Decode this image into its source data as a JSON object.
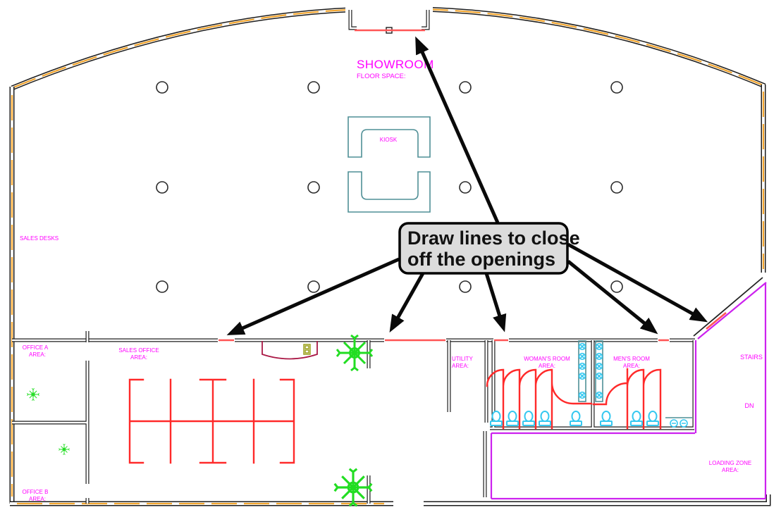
{
  "drawing": {
    "callout": {
      "line1": "Draw lines to close",
      "line2": "off the openings"
    },
    "labels": {
      "showroom_title": "SHOWROOM",
      "showroom_sub": "FLOOR SPACE:",
      "kiosk": "KIOSK",
      "sales_desks": "SALES DESKS",
      "office_a_1": "OFFICE A",
      "office_a_2": "AREA:",
      "sales_office_1": "SALES OFFICE",
      "sales_office_2": "AREA:",
      "office_b_1": "OFFICE B",
      "office_b_2": "AREA:",
      "utility_1": "UTILITY",
      "utility_2": "AREA:",
      "womans_room_1": "WOMAN'S ROOM",
      "womans_room_2": "AREA:",
      "mens_room_1": "MEN'S ROOM",
      "mens_room_2": "AREA:",
      "stairs": "STAIRS",
      "dn": "DN",
      "loading_zone_1": "LOADING ZONE",
      "loading_zone_2": "AREA:"
    },
    "colors": {
      "label": "#ff00ff",
      "wall": "#1c1c1c",
      "window": "#f0a32c",
      "closing_line": "#ff5555",
      "furniture_red": "#ff2a2a",
      "fixture_cyan": "#35c8f0",
      "counter_teal": "#4f8f96",
      "plant_green": "#22dd22",
      "boundary_purple": "#cc22ee",
      "callout_bg": "#dcdcdc",
      "desk_maroon": "#aa1845",
      "equipment_olive": "#9aa018"
    }
  }
}
